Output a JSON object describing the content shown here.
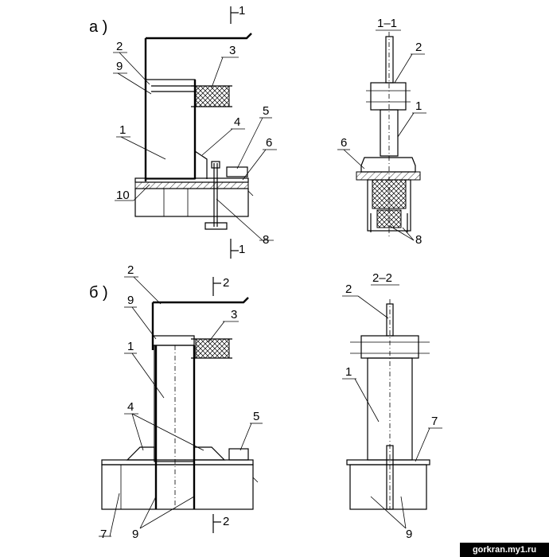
{
  "views": {
    "a_label": "а )",
    "b_label": "б )",
    "section_1": "1–1",
    "section_2": "2–2",
    "cut_1": "1",
    "cut_2": "2"
  },
  "callouts": {
    "n1": "1",
    "n2": "2",
    "n3": "3",
    "n4": "4",
    "n5": "5",
    "n6": "6",
    "n7": "7",
    "n8": "8",
    "n9": "9",
    "n10": "10"
  },
  "watermark": "gorkran.my1.ru"
}
